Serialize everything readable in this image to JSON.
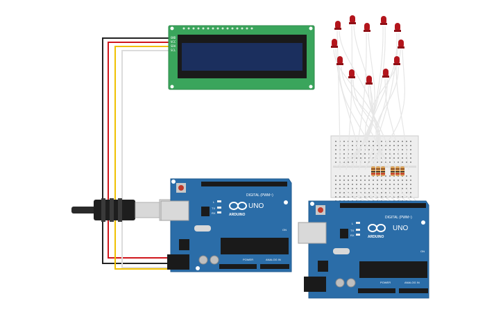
{
  "canvas": {
    "background": "#ffffff"
  },
  "lcd": {
    "pin_labels": [
      "GND",
      "VCC",
      "SDA",
      "SCL"
    ],
    "pcb_color": "#3aa55c",
    "screen_color": "#1b2f5e"
  },
  "arduino_left": {
    "brand": "ARDUINO",
    "model": "UNO",
    "digital_label": "DIGITAL (PWM~)",
    "power_label": "POWER",
    "analog_label": "ANALOG IN",
    "on_label": "ON",
    "tx_label": "TX",
    "rx_label": "RX",
    "l_label": "L"
  },
  "arduino_right": {
    "brand": "ARDUINO",
    "model": "UNO",
    "digital_label": "DIGITAL (PWM~)",
    "power_label": "POWER",
    "analog_label": "ANALOG IN",
    "on_label": "ON",
    "tx_label": "TX",
    "rx_label": "RX",
    "l_label": "L"
  },
  "colors": {
    "board": "#2b6da8",
    "wire_black": "#222222",
    "wire_red": "#d0161b",
    "wire_yellow": "#f0c000",
    "wire_white": "#e6e6e6",
    "led": "#b3151c",
    "resistor": "#d9a25a"
  }
}
